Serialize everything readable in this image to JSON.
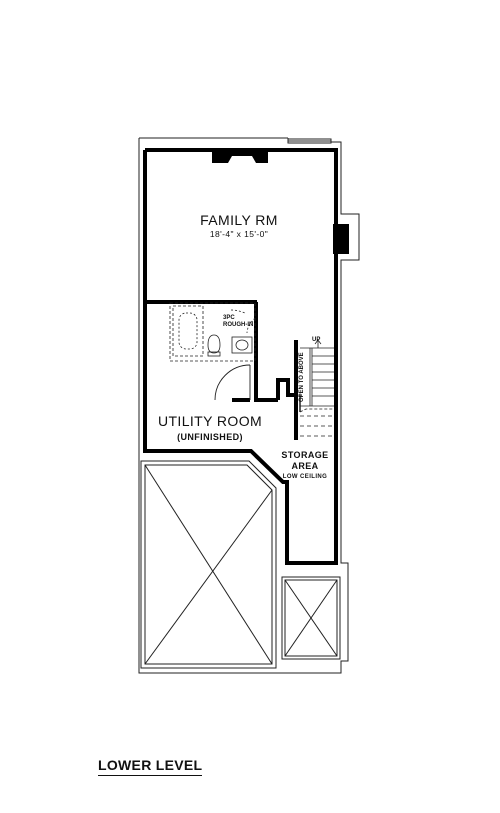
{
  "plan": {
    "family_room": {
      "name": "FAMILY RM",
      "dimensions": "18'-4\" x 15'-0\""
    },
    "bath": {
      "line1": "3PC",
      "line2": "ROUGH-IN"
    },
    "stairs": {
      "up": "UP",
      "open": "OPEN TO ABOVE"
    },
    "utility": {
      "name": "UTILITY ROOM",
      "note": "(UNFINISHED)"
    },
    "storage": {
      "line1": "STORAGE",
      "line2": "AREA",
      "line3": "LOW CEILING"
    }
  },
  "level_title": "LOWER LEVEL"
}
